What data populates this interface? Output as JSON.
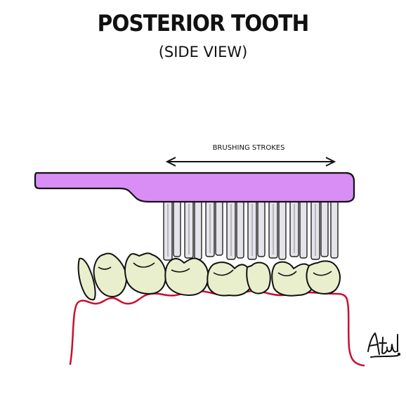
{
  "title": "POSTERIOR TOOTH",
  "subtitle": "(SIDE VIEW)",
  "strokes_label": "BRUSHING STROKES",
  "signature": "Atul.",
  "colors": {
    "handle": "#d88ef5",
    "tooth": "#e9efcc",
    "gum": "#c8102e",
    "outline": "#111111"
  }
}
